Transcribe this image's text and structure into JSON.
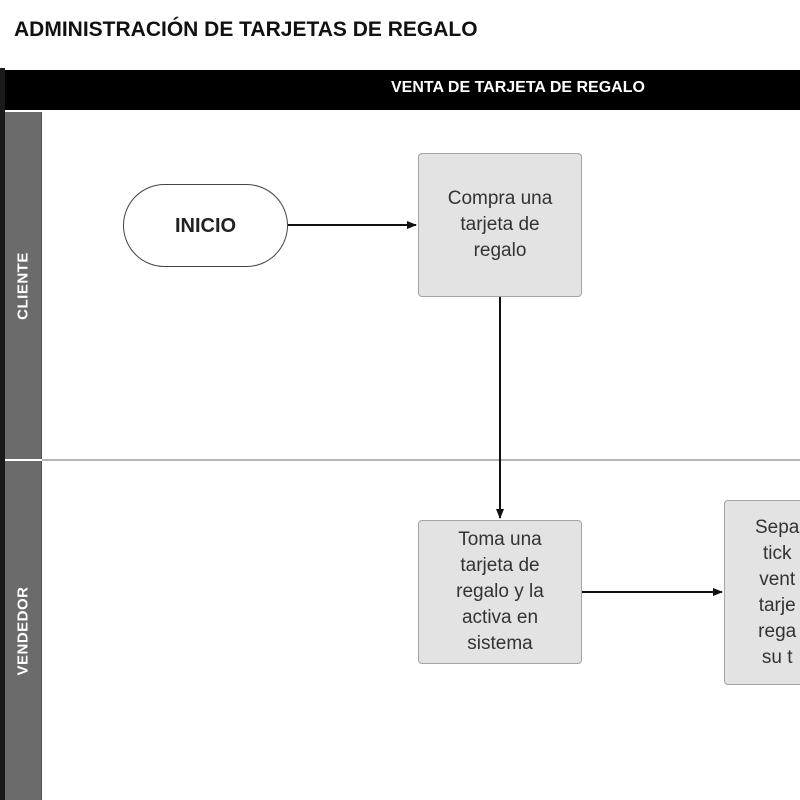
{
  "title": "ADMINISTRACIÓN DE TARJETAS DE REGALO",
  "pool": {
    "label": "VENTA DE TARJETA DE REGALO"
  },
  "lanes": [
    {
      "label": "CLIENTE"
    },
    {
      "label": "VENDEDOR"
    }
  ],
  "nodes": {
    "inicio": "INICIO",
    "compra": "Compra una\ntarjeta de\nregalo",
    "toma": "Toma una\ntarjeta de\nregalo y la\nactiva en\nsistema",
    "separa": "Sepa\ntick\nvent\ntarje\nrega\nsu  t"
  }
}
